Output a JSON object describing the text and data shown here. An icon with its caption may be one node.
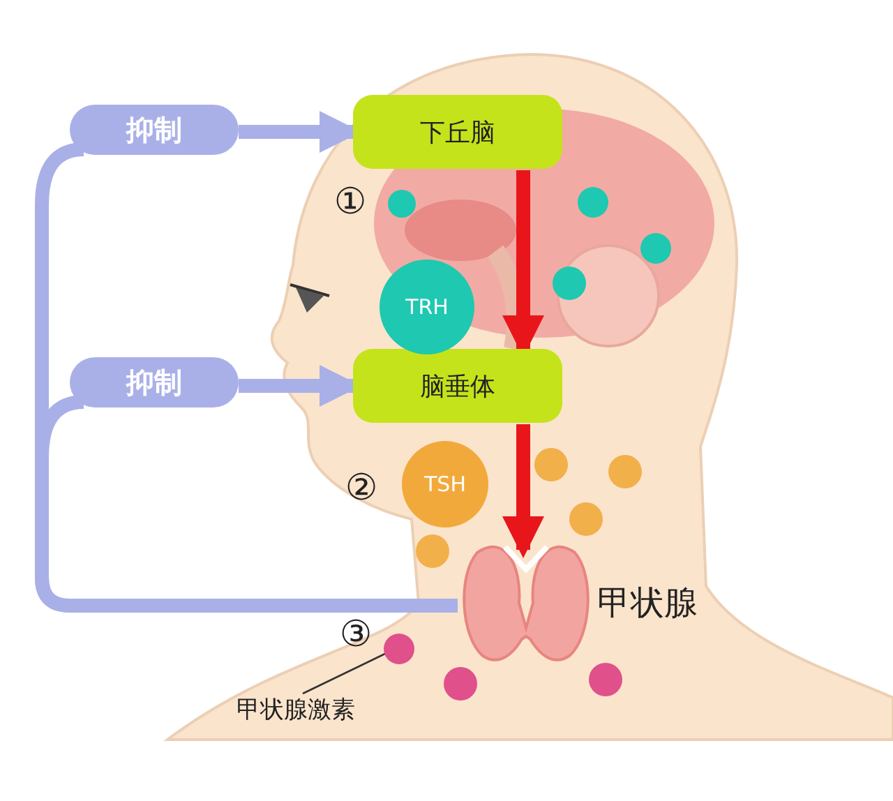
{
  "diagram": {
    "nodes": [
      {
        "text": [
          "下丘脑"
        ]
      },
      {
        "text": [
          "脑垂体"
        ]
      },
      {
        "text": [
          "抑制"
        ]
      },
      {
        "text": [
          "抑制"
        ]
      },
      {
        "text": [
          "TRH"
        ]
      },
      {
        "text": [
          "TSH"
        ]
      },
      {
        "text": [],
        "shape": "picture",
        "beside": [
          "甲状腺"
        ]
      },
      {
        "text": [
          "甲状腺激素"
        ]
      },
      {
        "text": [],
        "shape": "circle"
      }
    ],
    "edges": [
      {
        "from": 0,
        "to": 1,
        "arrow": "to",
        "color": "#e8161b"
      },
      {
        "from": 1,
        "to": 6,
        "arrow": "to",
        "color": "#e8161b"
      },
      {
        "from": 2,
        "to": 0,
        "arrow": "to"
      },
      {
        "from": 3,
        "to": 1,
        "arrow": "to"
      },
      {
        "from": 6,
        "to": 2,
        "arrow": "none"
      },
      {
        "from": 6,
        "to": 3,
        "arrow": "none"
      },
      {
        "from": 7,
        "to": 8,
        "arrow": "none",
        "color": "#333333"
      }
    ],
    "labels": [
      "①",
      "②",
      "③"
    ]
  }
}
